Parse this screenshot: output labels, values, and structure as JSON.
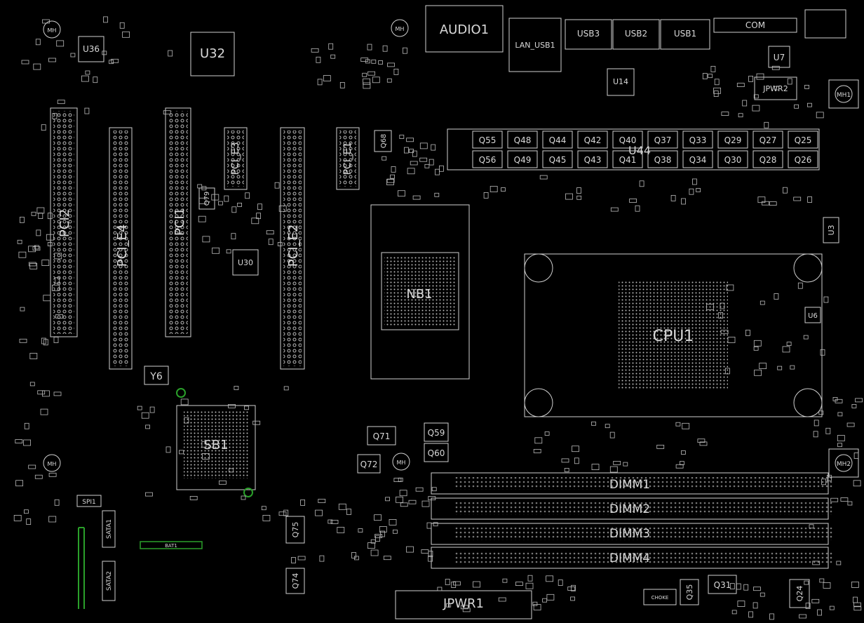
{
  "colors": {
    "background": "#000000",
    "silkscreen": "#d0d0d0",
    "label": "#d8d8d8",
    "highlight": "#2aa02a",
    "via": "#2a8aa0"
  },
  "labels": {
    "cpu": "CPU1",
    "pch_dgp": "NB1",
    "sb1": "SB1",
    "dimm1": "DIMM1",
    "dimm2": "DIMM2",
    "dimm3": "DIMM3",
    "dimm4": "DIMM4",
    "pci1": "PCI1",
    "pci2": "PCI2",
    "pcie1": "PCI_E1",
    "pcie2": "PCI_E2",
    "pcie3": "PCI_E3",
    "pcie4": "PCI_E4",
    "jpwr1": "JPWR1",
    "jpwr2": "JPWR2",
    "audio": "AUDIO1",
    "usb1": "USB1",
    "usb2": "USB2",
    "usb3": "USB3",
    "lan_usb": "LAN_USB1",
    "com": "COM",
    "u7": "U7",
    "u14": "U14",
    "u30": "U30",
    "u32": "U32",
    "u36": "U36",
    "u44": "U44",
    "u3": "U3",
    "u6": "U6",
    "q60": "Q60",
    "q59": "Q59",
    "q71": "Q71",
    "q72": "Q72",
    "q35": "Q35",
    "q31": "Q31",
    "q24": "Q24",
    "q74": "Q74",
    "q75": "Q75",
    "q68": "Q68",
    "q79": "Q79",
    "y6": "Y6",
    "bat": "BAT1",
    "spi": "SPI1",
    "sata1": "SATA1",
    "sata2": "SATA2",
    "mh1": "MH1",
    "mh2": "MH2",
    "mh_small": "MH",
    "choke": "CHOKE"
  },
  "mosfets_top": [
    "Q55",
    "Q48",
    "Q44",
    "Q42",
    "Q40",
    "Q37",
    "Q33",
    "Q29",
    "Q27",
    "Q25"
  ],
  "mosfets_bottom": [
    "Q56",
    "Q49",
    "Q45",
    "Q43",
    "Q41",
    "Q38",
    "Q34",
    "Q30",
    "Q28",
    "Q26"
  ]
}
